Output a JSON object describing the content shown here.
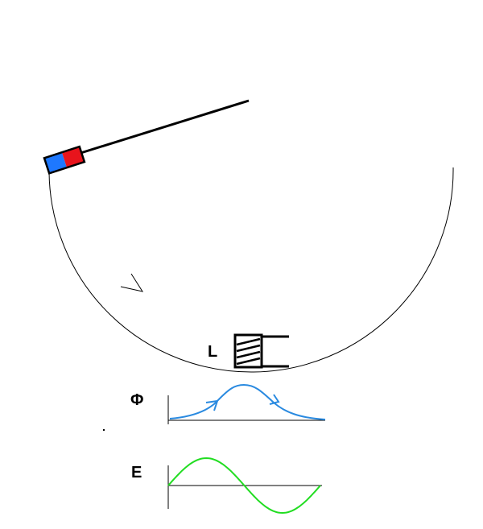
{
  "labels": {
    "coil": "L",
    "flux": "Φ",
    "emf": "E"
  },
  "colors": {
    "magnet_north": "#e8141c",
    "magnet_south": "#1e78ff",
    "flux_curve": "#2a8ae0",
    "emf_curve": "#22dd22",
    "line": "#000000"
  }
}
